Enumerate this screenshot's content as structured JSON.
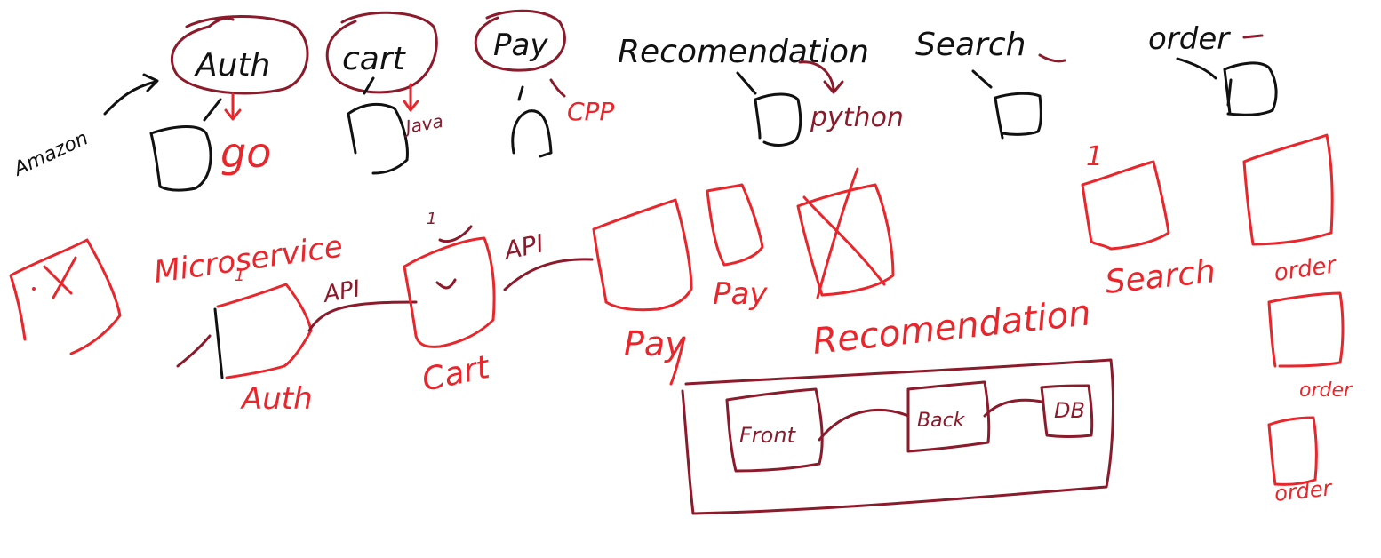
{
  "colors": {
    "black": "#111111",
    "red": "#e8262b",
    "maroon": "#8b1a2b",
    "background": "#ffffff"
  },
  "top_row": {
    "amazon": "Amazon",
    "services": [
      {
        "name": "Auth",
        "lang": "go"
      },
      {
        "name": "cart",
        "lang": "Java"
      },
      {
        "name": "Pay",
        "lang": "CPP"
      },
      {
        "name": "Recomendation",
        "lang": "python"
      },
      {
        "name": "Search",
        "lang": ""
      },
      {
        "name": "order",
        "lang": ""
      }
    ]
  },
  "middle_row": {
    "title": "Microservice",
    "api_labels": [
      "API",
      "API"
    ],
    "marks": {
      "one_auth": "1",
      "one_cart": "1",
      "one_search": "1"
    },
    "services": {
      "auth": "Auth",
      "cart": "Cart",
      "pay_1": "Pay",
      "pay_2": "Pay",
      "recomendation": "Recomendation",
      "search": "Search",
      "order_1": "order",
      "order_2": "order",
      "order_3": "order"
    }
  },
  "stack": {
    "front": "Front",
    "back": "Back",
    "db": "DB"
  }
}
